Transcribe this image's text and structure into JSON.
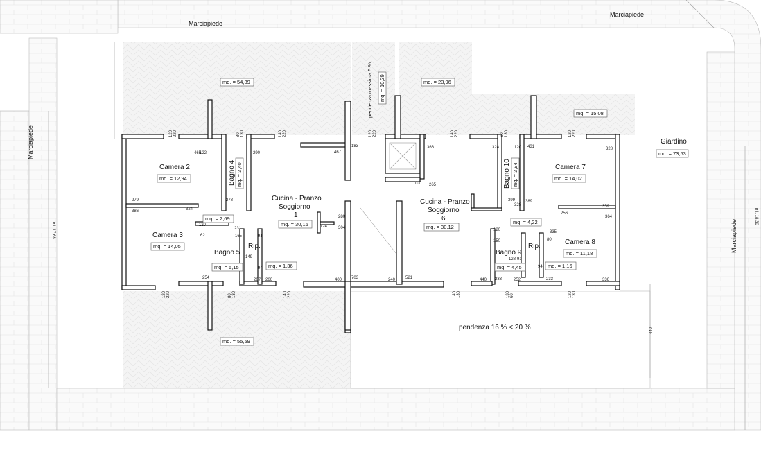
{
  "streets": {
    "top_left": "Marciapiede",
    "top_right": "Marciapiede",
    "left": "Marciapiede",
    "right": "Marciapiede"
  },
  "garden": {
    "label": "Giardino",
    "area": "mq. = 73,53"
  },
  "outdoor_areas": {
    "top_left": "mq. = 54,39",
    "ramp": "mq. = 10,39",
    "top_right": "mq. = 23,96",
    "right": "mq. = 15,08",
    "bottom": "mq. = 55,59"
  },
  "ramp_slope": "pendenza massima 5 %",
  "bottom_slope": "pendenza 16 % < 20 %",
  "rooms": {
    "camera2": {
      "name": "Camera 2",
      "area": "mq. = 12,94"
    },
    "bagno4": {
      "name": "Bagno 4",
      "area": "mq. = 3,40"
    },
    "cucina1": {
      "name_line1": "Cucina - Pranzo",
      "name_line2": "Soggiorno",
      "number": "1",
      "area": "mq. = 30,16"
    },
    "camera3": {
      "name": "Camera 3",
      "area": "mq. = 14,05"
    },
    "corr_left": {
      "area": "mq. = 2,69"
    },
    "bagno5": {
      "name": "Bagno 5",
      "area": "mq. = 5,15"
    },
    "rip_left": {
      "name": "Rip.",
      "area": "mq. = 1,36"
    },
    "cucina6": {
      "name_line1": "Cucina - Pranzo",
      "name_line2": "Soggiorno",
      "number": "6",
      "area": "mq. = 30,12"
    },
    "bagno10": {
      "name": "Bagno 10",
      "area": "mq. = 3,94"
    },
    "camera7": {
      "name": "Camera 7",
      "area": "mq. = 14,02"
    },
    "corr_right": {
      "area": "mq. = 4,22"
    },
    "bagno9": {
      "name": "Bagno 9",
      "area": "mq. = 4,45"
    },
    "rip_right": {
      "name": "Rip.",
      "area": "mq. = 1,16"
    },
    "camera8": {
      "name": "Camera 8",
      "area": "mq. = 11,18"
    }
  },
  "dimensions": {
    "left": "ml. 17,68",
    "right": "ml. 18,30",
    "bottom_right": "440"
  },
  "openings": {
    "top": [
      "120\n220",
      "80\n130",
      "140\n220",
      "120\n220",
      "140\n220",
      "60\n130",
      "120\n220"
    ],
    "bottom": [
      "120\n220",
      "80\n130",
      "140\n220",
      "140\n130",
      "130\n60",
      "120\n130"
    ]
  },
  "wall_dims": [
    "122",
    "465",
    "290",
    "467",
    "183",
    "366",
    "328",
    "120",
    "431",
    "328",
    "279",
    "386",
    "324",
    "278",
    "120",
    "62",
    "254",
    "231",
    "165",
    "91",
    "149",
    "94",
    "267",
    "266",
    "124",
    "304",
    "280",
    "400",
    "703",
    "240",
    "521",
    "100",
    "265",
    "399",
    "120",
    "150",
    "440",
    "233",
    "128",
    "91",
    "94",
    "252",
    "233",
    "335",
    "80",
    "328",
    "389",
    "256",
    "359",
    "364",
    "336"
  ]
}
